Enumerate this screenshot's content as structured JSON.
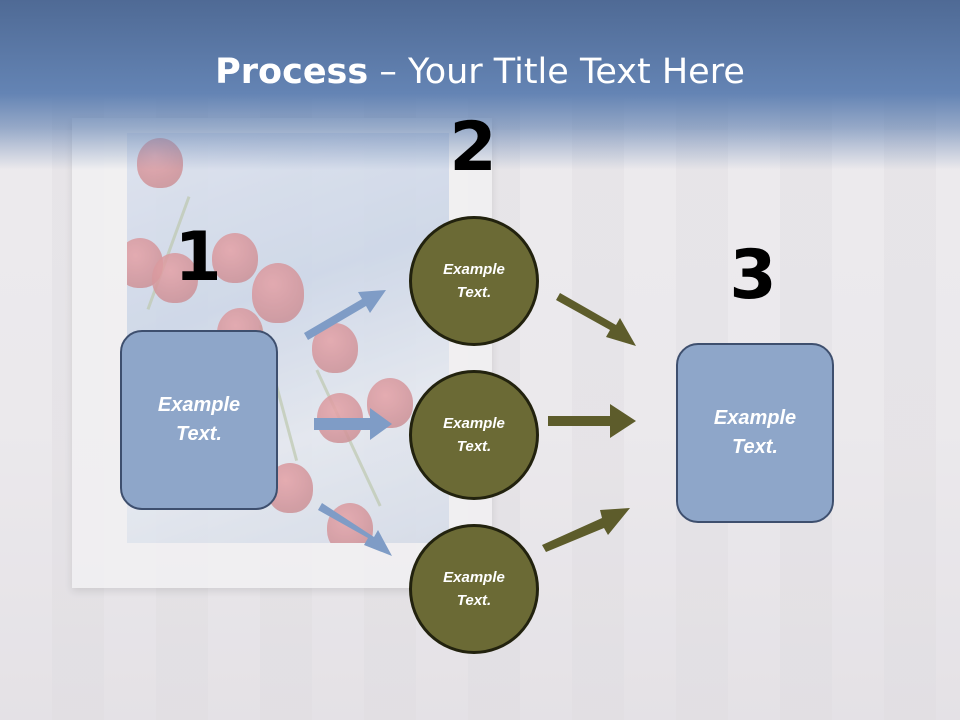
{
  "title": {
    "bold": "Process",
    "rest": " – Your Title Text Here"
  },
  "steps": [
    {
      "number": "1",
      "text": "Example\nText."
    },
    {
      "number": "2",
      "text": ""
    },
    {
      "number": "3",
      "text": "Example\nText."
    }
  ],
  "circles": [
    {
      "text": "Example\nText."
    },
    {
      "text": "Example\nText."
    },
    {
      "text": "Example\nText."
    }
  ],
  "colors": {
    "header": "#6484b4",
    "box_fill": "#8ea6c9",
    "box_border": "#3e4f6e",
    "circle_fill": "#6b6a35",
    "left_arrow": "#7f9cc6",
    "right_arrow": "#5d5c2b"
  }
}
